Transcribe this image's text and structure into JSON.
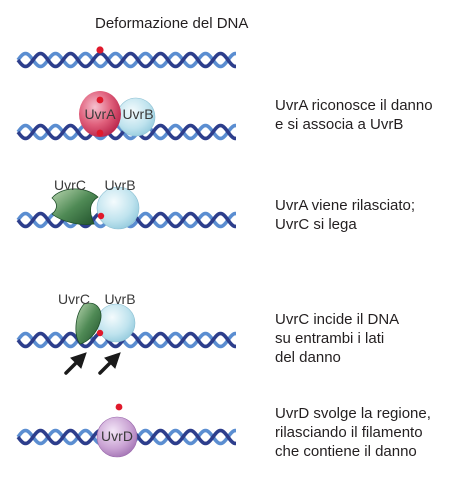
{
  "title": "Deformazione del DNA",
  "steps": [
    {
      "proteins": {
        "a": "UvrA",
        "b": "UvrB"
      },
      "caption": [
        "UvrA riconosce il danno",
        "e si associa a UvrB"
      ]
    },
    {
      "proteins": {
        "a": "UvrC",
        "b": "UvrB"
      },
      "caption": [
        "UvrA viene rilasciato;",
        "UvrC si lega"
      ]
    },
    {
      "proteins": {
        "a": "UvrC",
        "b": "UvrB"
      },
      "caption": [
        "UvrC incide il DNA",
        "su entrambi i lati",
        "del danno"
      ]
    },
    {
      "proteins": {
        "a": "UvrD"
      },
      "caption": [
        "UvrD svolge la regione,",
        "rilasciando il filamento",
        "che contiene il danno"
      ]
    }
  ],
  "colors": {
    "strand_dark": "#2d3e8c",
    "strand_light": "#5b8ed1",
    "damage": "#e0192b",
    "uvra": "#e0607c",
    "uvrb": "#bfe3ee",
    "uvrc": "#2f6b3c",
    "uvrd": "#c9a2d3",
    "arrow": "#1a1a1a"
  }
}
